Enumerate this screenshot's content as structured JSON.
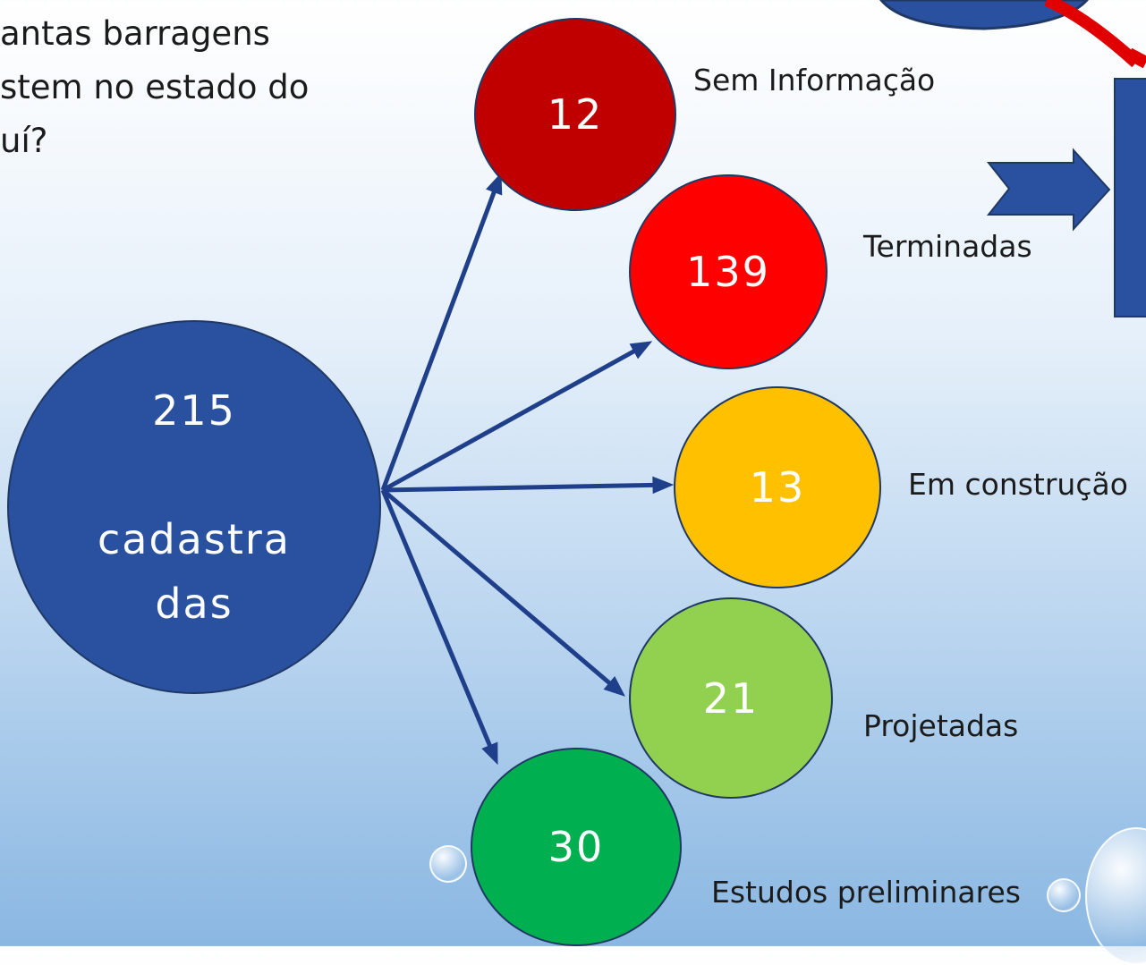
{
  "question_lines": [
    "antas barragens",
    "stem no estado do",
    "uí?"
  ],
  "total": {
    "value": "215",
    "label": "cadastra\ndas"
  },
  "categories": [
    {
      "value": "12",
      "label": "Sem Informação",
      "color": "#c00000",
      "text_color": "#ffffff"
    },
    {
      "value": "139",
      "label": "Terminadas",
      "color": "#ff0000",
      "text_color": "#ffffff"
    },
    {
      "value": "13",
      "label": "Em construção",
      "color": "#ffc000",
      "text_color": "#ffffff"
    },
    {
      "value": "21",
      "label": "Projetadas",
      "color": "#92d050",
      "text_color": "#ffffff"
    },
    {
      "value": "30",
      "label": "Estudos preliminares",
      "color": "#00b050",
      "text_color": "#ffffff"
    }
  ],
  "colors": {
    "arrow": "#1f3f8a",
    "total": "#2a51a0",
    "corner_shape": "#2a51a0",
    "corner_accent": "#e00000"
  }
}
